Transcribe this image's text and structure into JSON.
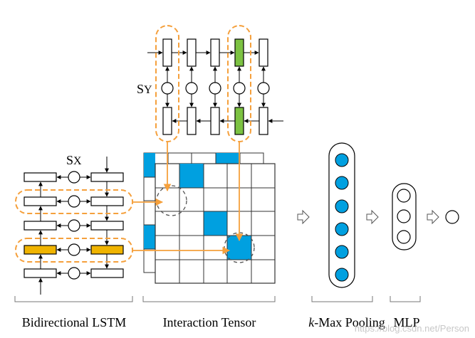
{
  "labels": {
    "sx_letter": "S",
    "sx_sub": "X",
    "sy_letter": "S",
    "sy_sub": "Y",
    "bilstm": "Bidirectional LSTM",
    "tensor": "Interaction Tensor",
    "kmax_k": "k",
    "kmax_rest": "-Max Pooling",
    "mlp": "MLP",
    "watermark": "https://blog.csdn.net/Person"
  },
  "colors": {
    "orange": "#f5a03c",
    "yellow": "#f0b400",
    "green": "#7cc242",
    "blue": "#00a0e0",
    "line": "#000000",
    "grid_line": "#333333",
    "dashed_circle": "#555555"
  }
}
